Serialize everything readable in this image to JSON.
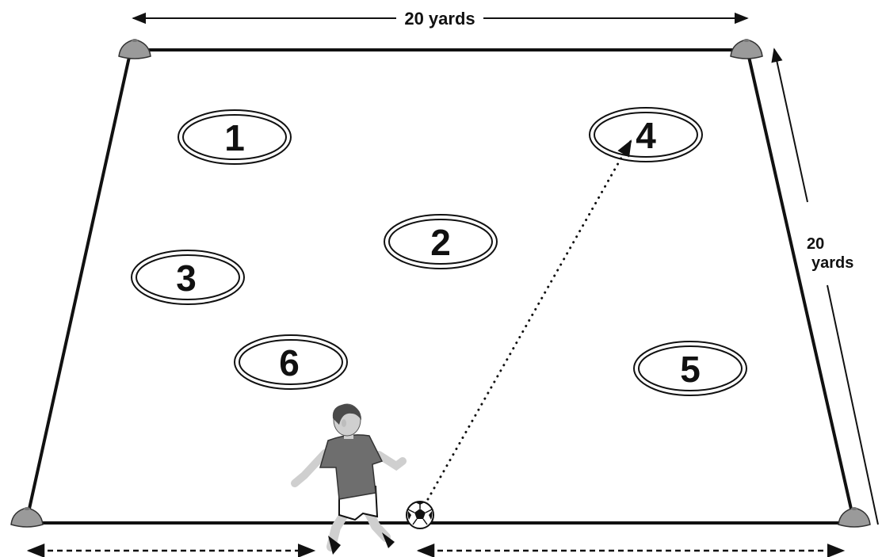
{
  "dimensions": {
    "top_width_label": "20 yards",
    "side_number": "20",
    "side_unit": "yards"
  },
  "zones": [
    {
      "label": "1"
    },
    {
      "label": "2"
    },
    {
      "label": "3"
    },
    {
      "label": "4"
    },
    {
      "label": "5"
    },
    {
      "label": "6"
    }
  ],
  "colors": {
    "line": "#111111",
    "cone": "#9a9a9a",
    "shirt": "#6e6e6e",
    "skin": "#cfcfcf",
    "hair": "#4a4a4a"
  }
}
